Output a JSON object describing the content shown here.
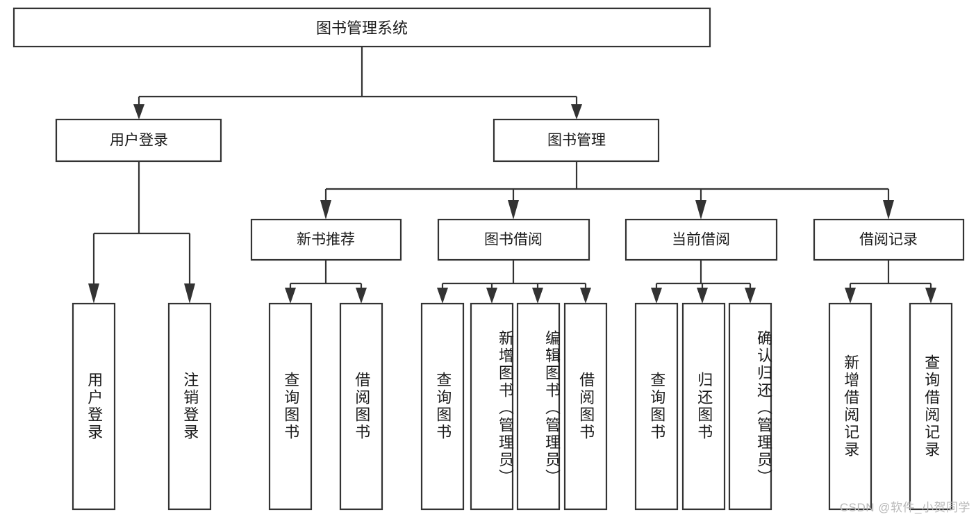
{
  "diagram": {
    "title": "图书管理系统",
    "type": "tree",
    "orientation": "top-down",
    "colors": {
      "box_stroke": "#333333",
      "box_fill": "#ffffff",
      "text": "#1a1a1a",
      "background": "#ffffff",
      "watermark": "#b9b9b9"
    },
    "levels": {
      "root": {
        "label": "图书管理系统"
      },
      "level2": [
        {
          "label": "用户登录"
        },
        {
          "label": "图书管理"
        }
      ],
      "level3": [
        {
          "label": "新书推荐"
        },
        {
          "label": "图书借阅"
        },
        {
          "label": "当前借阅"
        },
        {
          "label": "借阅记录"
        }
      ],
      "leaves": {
        "user_login": [
          {
            "label": "用户登录"
          },
          {
            "label": "注销登录"
          }
        ],
        "new_book_recommend": [
          {
            "label": "查询图书"
          },
          {
            "label": "借阅图书"
          }
        ],
        "book_borrow": [
          {
            "label": "查询图书"
          },
          {
            "label": "新增图书（管理员）"
          },
          {
            "label": "编辑图书（管理员）"
          },
          {
            "label": "借阅图书"
          }
        ],
        "current_borrow": [
          {
            "label": "查询图书"
          },
          {
            "label": "归还图书"
          },
          {
            "label": "确认归还（管理员）"
          }
        ],
        "borrow_record": [
          {
            "label": "新增借阅记录"
          },
          {
            "label": "查询借阅记录"
          }
        ]
      }
    }
  },
  "watermark": {
    "text": "CSDN @软件_小贺同学"
  }
}
